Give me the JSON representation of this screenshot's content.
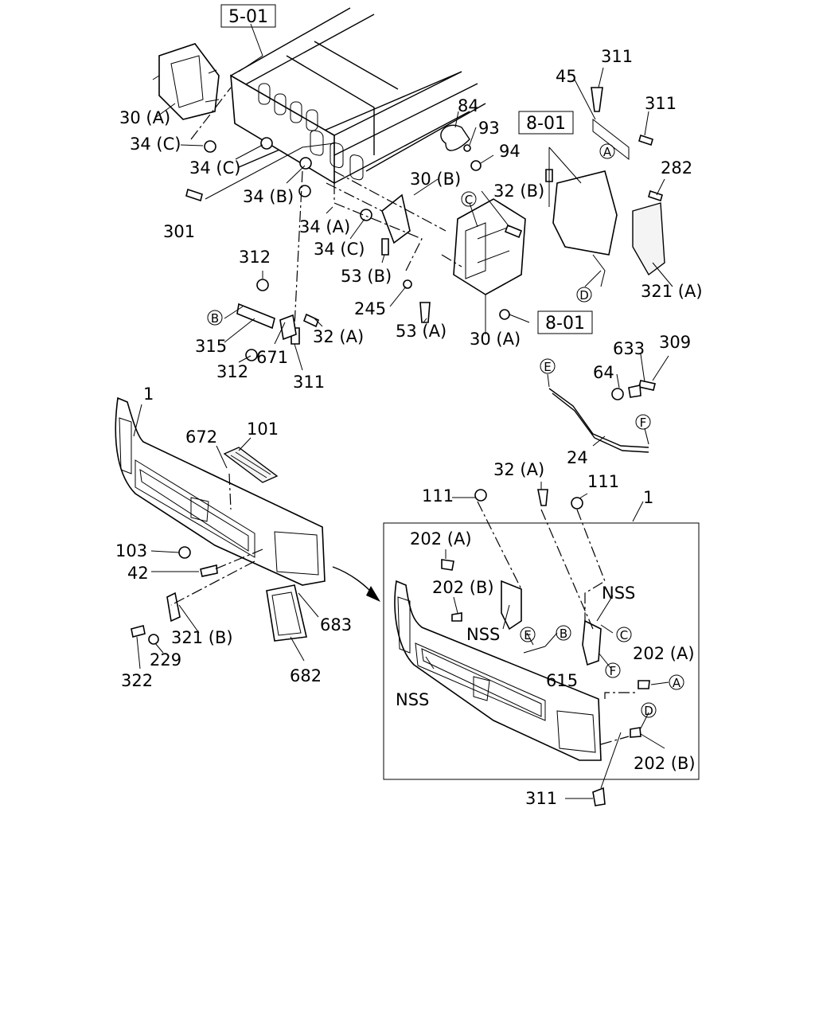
{
  "diagram": {
    "section_refs": [
      "5-01",
      "8-01",
      "8-01"
    ],
    "part_labels": {
      "p311_top": "311",
      "p45": "45",
      "p311_b": "311",
      "p84": "84",
      "p93": "93",
      "p94": "94",
      "p282": "282",
      "p30a_top": "30 (A)",
      "p34c_1": "34 (C)",
      "p34c_2": "34 (C)",
      "p34b": "34 (B)",
      "p301": "301",
      "p30b": "30 (B)",
      "p32b": "32 (B)",
      "p34a": "34 (A)",
      "p34c_3": "34 (C)",
      "p53b": "53 (B)",
      "p312_1": "312",
      "p245": "245",
      "p53a": "53 (A)",
      "p321a": "321 (A)",
      "p315": "315",
      "p32a": "32 (A)",
      "p671": "671",
      "p312_2": "312",
      "p311_c": "311",
      "p30a_bot": "30 (A)",
      "p633": "633",
      "p309": "309",
      "p64": "64",
      "p24": "24",
      "p1_a": "1",
      "p672": "672",
      "p101": "101",
      "p103": "103",
      "p42": "42",
      "p321b": "321 (B)",
      "p229": "229",
      "p322": "322",
      "p683": "683",
      "p682": "682",
      "p32a_2": "32 (A)",
      "p111_1": "111",
      "p111_2": "111",
      "p1_b": "1",
      "p202a_1": "202 (A)",
      "p202b_1": "202 (B)",
      "p nss_1": "NSS",
      "pnss_2": "NSS",
      "pnss_3": "NSS",
      "p615": "615",
      "p202a_2": "202 (A)",
      "p202b_2": "202 (B)",
      "p311_d": "311"
    },
    "markers": {
      "A1": "A",
      "A2": "A",
      "B1": "B",
      "B2": "B",
      "C1": "C",
      "C2": "C",
      "D1": "D",
      "D2": "D",
      "E1": "E",
      "E2": "E",
      "F1": "F",
      "F2": "F"
    }
  }
}
